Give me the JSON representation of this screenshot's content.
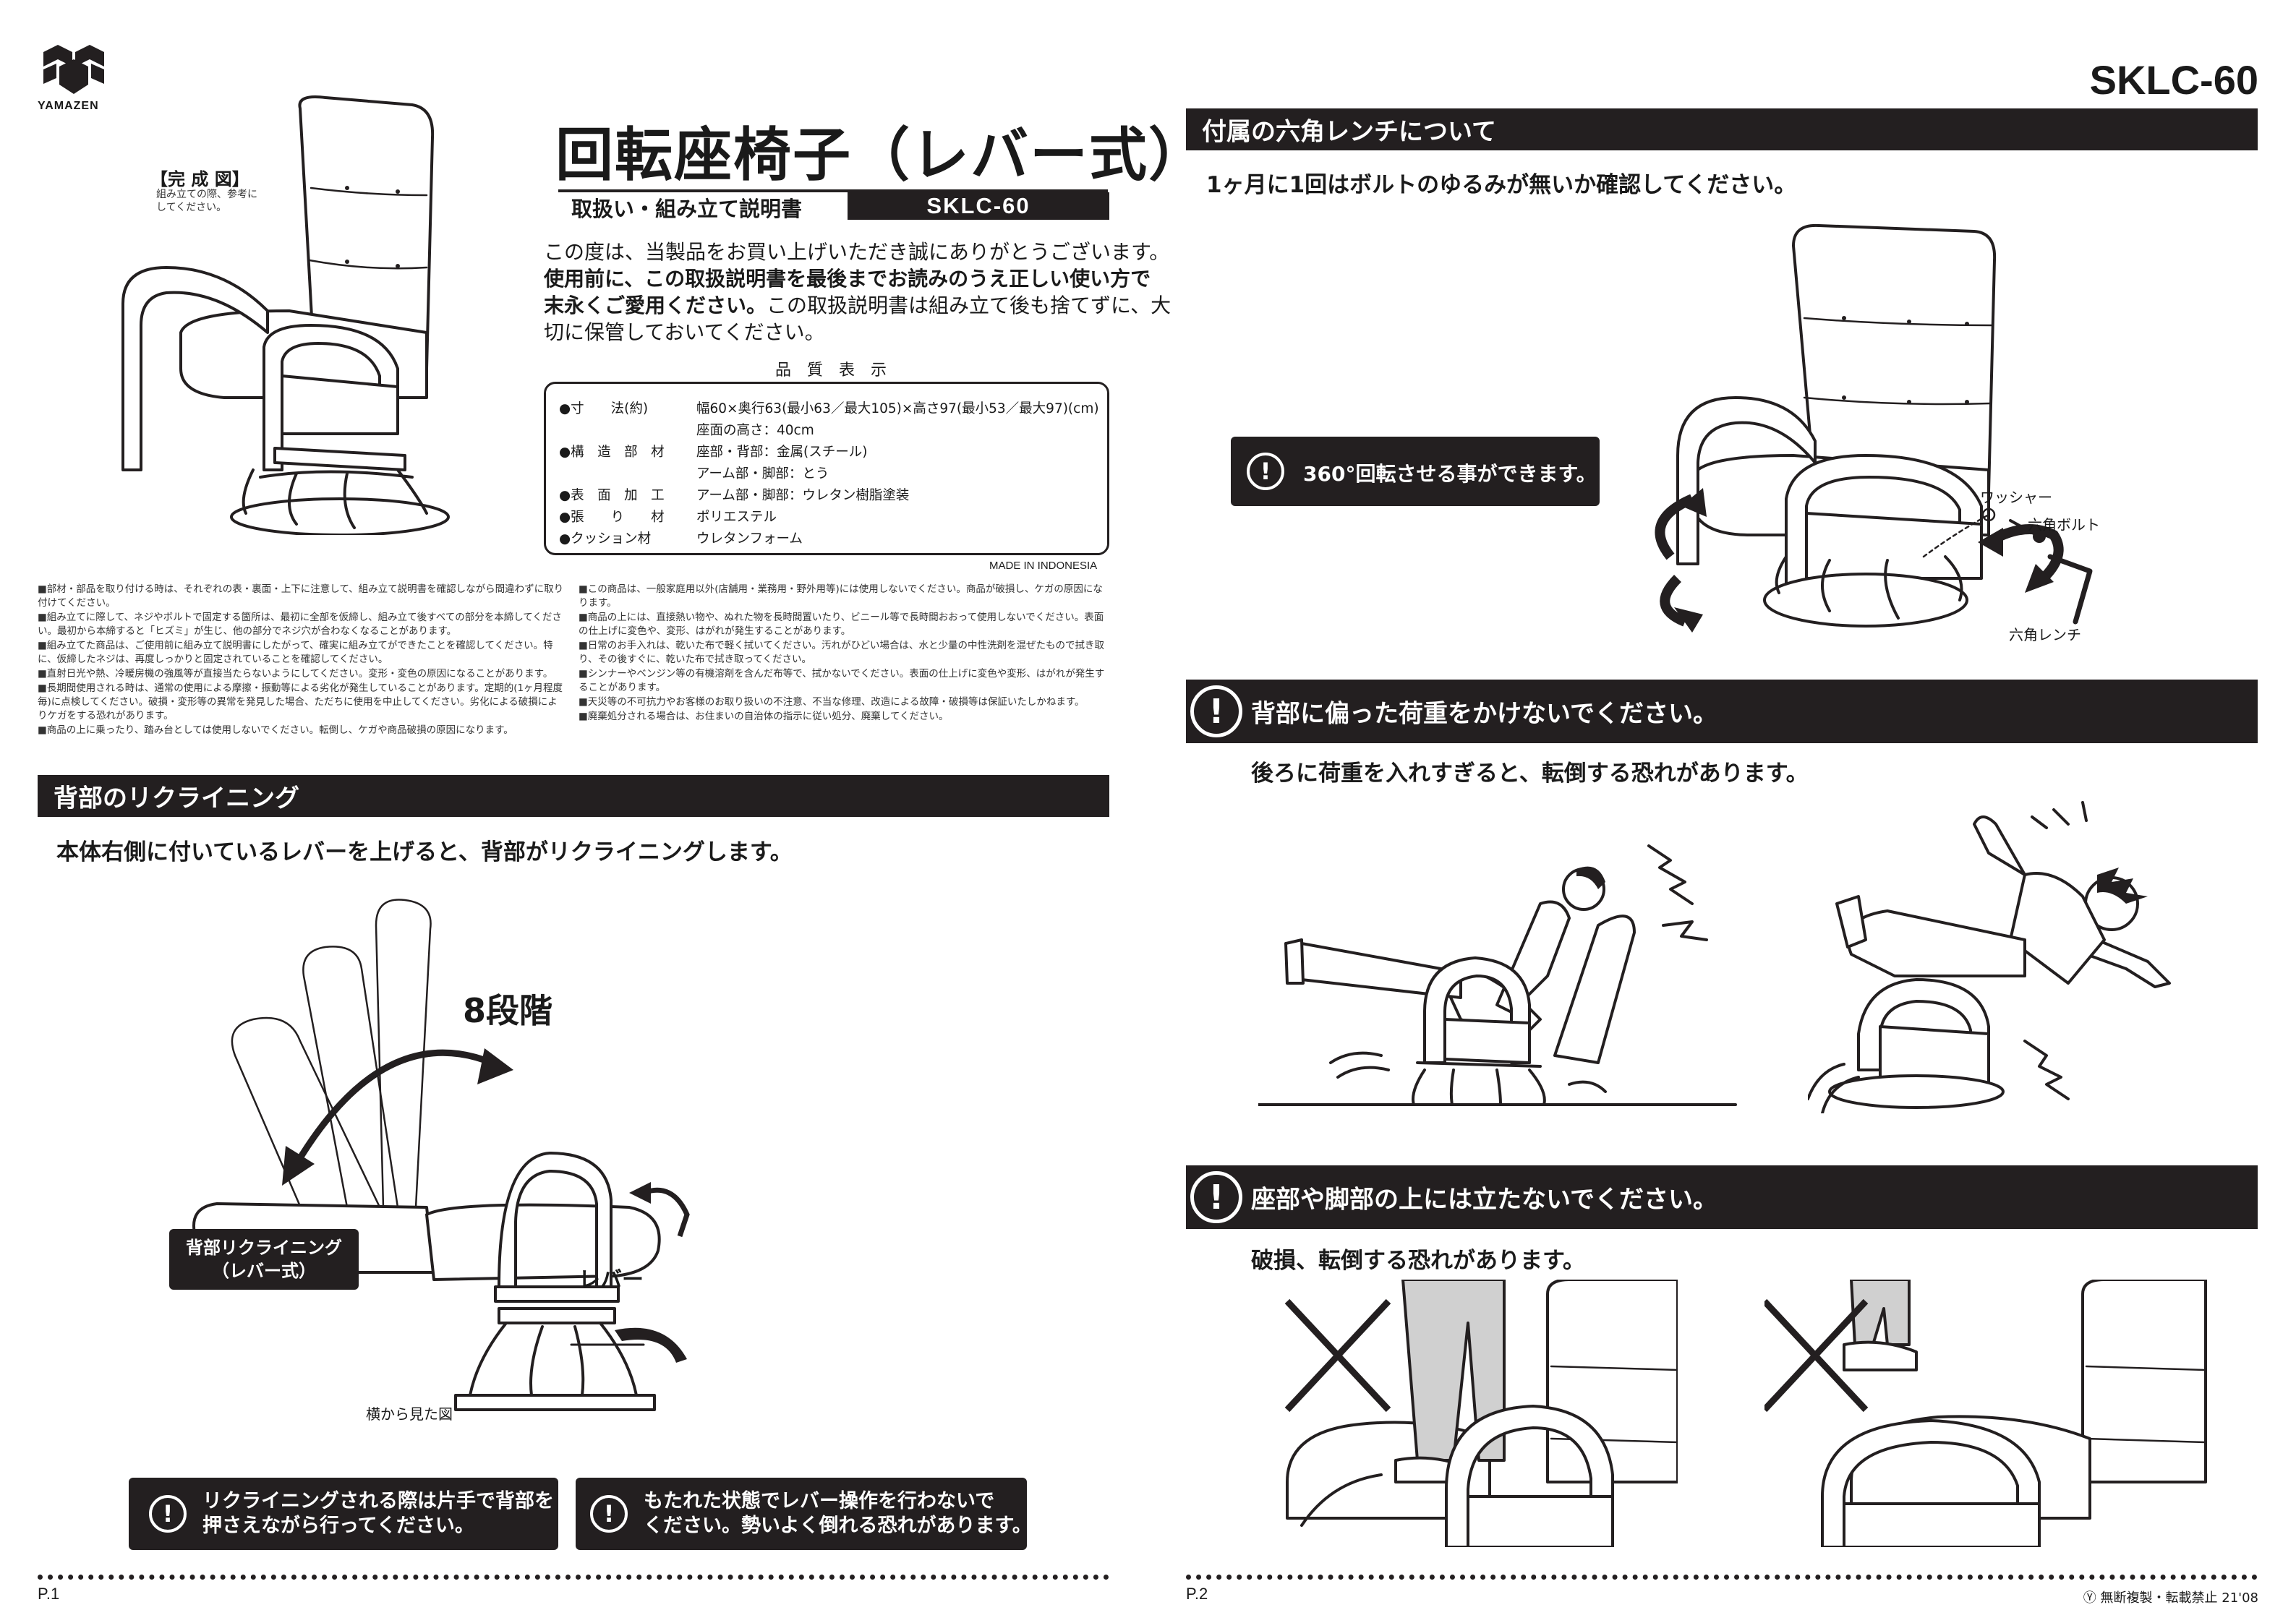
{
  "brand": {
    "name": "YAMAZEN"
  },
  "model_top": "SKLC-60",
  "title": "回転座椅子（レバー式）",
  "subtitle": "取扱い・組み立て説明書",
  "model_badge": "SKLC-60",
  "completed": {
    "label": "【完 成 図】",
    "note_line1": "組み立ての際、参考に",
    "note_line2": "してください。"
  },
  "intro": {
    "line1": "この度は、当製品をお買い上げいただき誠にありがとうございます。",
    "line2": "使用前に、この取扱説明書を最後までお読みのうえ正しい使い方で",
    "line3a": "末永くご愛用ください。",
    "line3b": "この取扱説明書は組み立て後も捨てずに、大",
    "line4": "切に保管しておいてください。"
  },
  "quality": {
    "heading": "品　質　表　示",
    "rows": [
      {
        "label": "●寸　　法(約)",
        "value": "幅60×奥行63(最小63／最大105)×高さ97(最小53／最大97)(cm)"
      },
      {
        "label": "",
        "value": "座面の高さ：40cm"
      },
      {
        "label": "●構　造　部　材",
        "value": "座部・背部：金属(スチール)"
      },
      {
        "label": "",
        "value": "アーム部・脚部：とう"
      },
      {
        "label": "●表　面　加　工",
        "value": "アーム部・脚部：ウレタン樹脂塗装"
      },
      {
        "label": "●張　　り　　材",
        "value": "ポリエステル"
      },
      {
        "label": "●クッション材",
        "value": "ウレタンフォーム"
      }
    ],
    "origin": "MADE IN INDONESIA"
  },
  "cautions_left": [
    "■部材・部品を取り付ける時は、それぞれの表・裏面・上下に注意して、組み立て説明書を確認しながら間違わずに取り付けてください。",
    "■組み立てに際して、ネジやボルトで固定する箇所は、最初に全部を仮締し、組み立て後すべての部分を本締してください。最初から本締すると「ヒズミ」が生じ、他の部分でネジ穴が合わなくなることがあります。",
    "■組み立てた商品は、ご使用前に組み立て説明書にしたがって、確実に組み立てができたことを確認してください。特に、仮締したネジは、再度しっかりと固定されていることを確認してください。",
    "■直射日光や熱、冷暖房機の強風等が直接当たらないようにしてください。変形・変色の原因になることがあります。",
    "■長期間使用される時は、通常の使用による摩擦・振動等による劣化が発生していることがあります。定期的(1ヶ月程度毎)に点検してください。破損・変形等の異常を発見した場合、ただちに使用を中止してください。劣化による破損によりケガをする恐れがあります。",
    "■商品の上に乗ったり、踏み台としては使用しないでください。転倒し、ケガや商品破損の原因になります。"
  ],
  "cautions_right": [
    "■この商品は、一般家庭用以外(店舗用・業務用・野外用等)には使用しないでください。商品が破損し、ケガの原因になります。",
    "■商品の上には、直接熱い物や、ぬれた物を長時間置いたり、ビニール等で長時間おおって使用しないでください。表面の仕上げに変色や、変形、はがれが発生することがあります。",
    "■日常のお手入れは、乾いた布で軽く拭いてください。汚れがひどい場合は、水と少量の中性洗剤を混ぜたもので拭き取り、その後すぐに、乾いた布で拭き取ってください。",
    "■シンナーやベンジン等の有機溶剤を含んだ布等で、拭かないでください。表面の仕上げに変色や変形、はがれが発生することがあります。",
    "■天災等の不可抗力やお客様のお取り扱いの不注意、不当な修理、改造による故障・破損等は保証いたしかねます。",
    "■廃棄処分される場合は、お住まいの自治体の指示に従い処分、廃棄してください。"
  ],
  "recline": {
    "heading": "背部のリクライニング",
    "lead": "本体右側に付いているレバーを上げると、背部がリクライニングします。",
    "steps": "8段階",
    "label_line1": "背部リクライニング",
    "label_line2": "（レバー式）",
    "lever": "レバー",
    "side_view": "横から見た図",
    "warn1_line1": "リクライニングされる際は片手で背部を",
    "warn1_line2": "押さえながら行ってください。",
    "warn2_line1": "もたれた状態でレバー操作を行わないで",
    "warn2_line2": "ください。勢いよく倒れる恐れがあります。"
  },
  "wrench": {
    "heading": "付属の六角レンチについて",
    "lead": "1ヶ月に1回はボルトのゆるみが無いか確認してください。",
    "rotate": "360°回転させる事ができます。",
    "washer": "ワッシャー",
    "bolt": "六角ボルト",
    "wrench": "六角レンチ"
  },
  "warn_back": {
    "heading": "背部に偏った荷重をかけないでください。",
    "lead": "後ろに荷重を入れすぎると、転倒する恐れがあります。"
  },
  "warn_stand": {
    "heading": "座部や脚部の上には立たないでください。",
    "lead": "破損、転倒する恐れがあります。"
  },
  "footer": {
    "page1": "P.1",
    "page2": "P.2",
    "copyright": "Ⓨ 無断複製・転載禁止  21'08"
  }
}
